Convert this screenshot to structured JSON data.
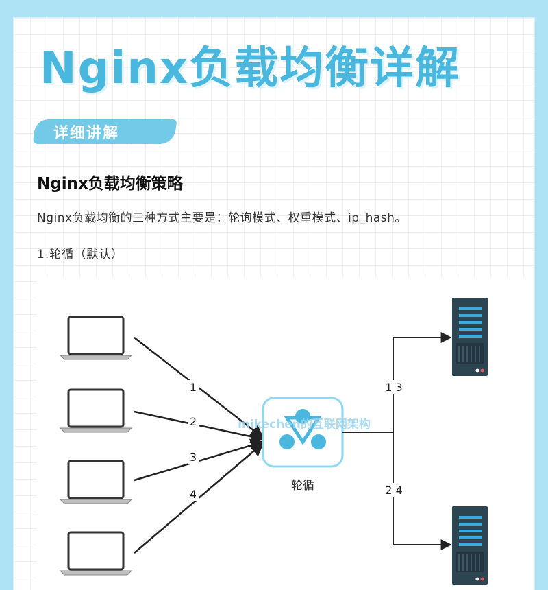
{
  "header": {
    "title": "Nginx负载均衡详解"
  },
  "section": {
    "badge": "详细讲解",
    "heading": "Nginx负载均衡策略",
    "description": "Nginx负载均衡的三种方式主要是：轮询模式、权重模式、ip_hash。",
    "item_title": "1.轮循（默认）"
  },
  "diagram": {
    "center_label": "轮循",
    "watermark": "mikechen的互联网架构",
    "client_edge_labels": [
      "1",
      "2",
      "3",
      "4"
    ],
    "server_edge_labels": [
      "1 3",
      "2 4"
    ],
    "colors": {
      "accent": "#4ab8de",
      "server": "#2d4451",
      "server_led": "#3aaadf",
      "laptop": "#333333",
      "arrow": "#222222"
    }
  }
}
